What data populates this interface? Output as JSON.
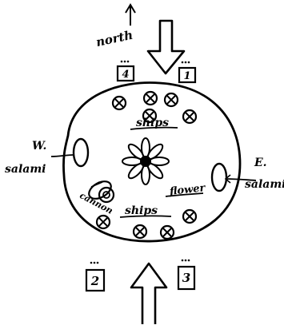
{
  "labels": {
    "north": "north",
    "ships_top": "ships",
    "ships_bottom": "ships",
    "w_salami_line1": "W.",
    "w_salami_line2": "salami",
    "e_salami_line1": "E.",
    "e_salami_line2": "salami",
    "flower": "flower",
    "cannon": "cannon"
  },
  "boxes": {
    "box_top_left": "4",
    "box_top_right": "1",
    "box_bottom_left": "2",
    "box_bottom_right": "3"
  },
  "icons": {
    "ship": "circled-x-icon",
    "flower": "flower-icon",
    "arrow": "arrow-icon"
  }
}
